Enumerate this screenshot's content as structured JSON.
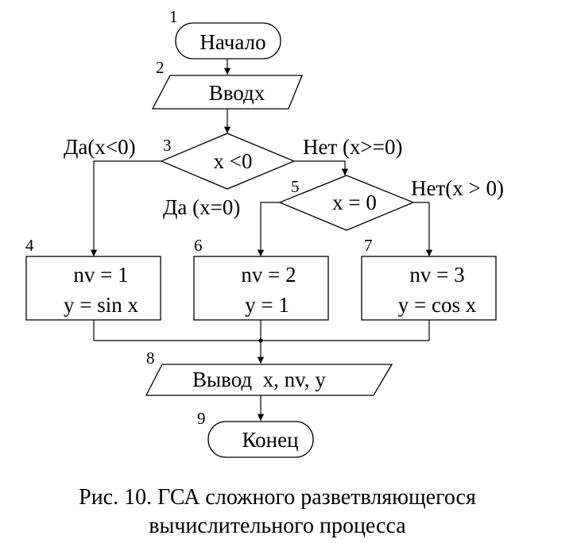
{
  "flowchart": {
    "blocks": [
      {
        "id": "b1",
        "number": "1",
        "text": "Начало"
      },
      {
        "id": "b2",
        "number": "2",
        "text": "Вводх"
      },
      {
        "id": "b3",
        "number": "3",
        "text": "x <0"
      },
      {
        "id": "b4",
        "number": "4",
        "line1": "nv = 1",
        "line2": "y = sin x"
      },
      {
        "id": "b5",
        "number": "5",
        "text": "x = 0"
      },
      {
        "id": "b6",
        "number": "6",
        "line1": "nv = 2",
        "line2": "y = 1"
      },
      {
        "id": "b7",
        "number": "7",
        "line1": "nv = 3",
        "line2": "y = cos x"
      },
      {
        "id": "b8",
        "number": "8",
        "text": "Вывод  x, nv, y"
      },
      {
        "id": "b9",
        "number": "9",
        "text": "Конец"
      }
    ],
    "branch_labels": {
      "b3_yes": "Да(x<0)",
      "b3_no": "Нет (x>=0)",
      "b5_yes": "Да (x=0)",
      "b5_no": "Нет(x > 0)"
    }
  },
  "caption": {
    "line1": "Рис. 10. ГСА сложного разветвляющегося",
    "line2": "вычислительного процесса"
  }
}
